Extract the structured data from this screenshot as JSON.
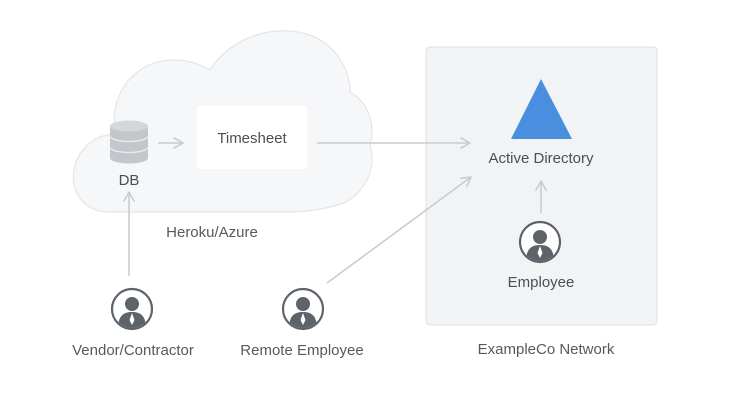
{
  "cloud": {
    "label": "Heroku/Azure"
  },
  "db": {
    "label": "DB"
  },
  "timesheet": {
    "label": "Timesheet"
  },
  "network": {
    "label": "ExampleCo Network"
  },
  "active_directory": {
    "label": "Active Directory",
    "color": "#4a8ee0"
  },
  "employee": {
    "label": "Employee"
  },
  "vendor": {
    "label": "Vendor/Contractor"
  },
  "remote_employee": {
    "label": "Remote Employee"
  },
  "colors": {
    "cloud_fill": "#f6f7f8",
    "cloud_stroke": "#e3e5e8",
    "network_fill": "#f2f3f5",
    "network_stroke": "#dcdfe3",
    "arrow": "#c9ccd0",
    "person_fill": "#5d6369"
  }
}
